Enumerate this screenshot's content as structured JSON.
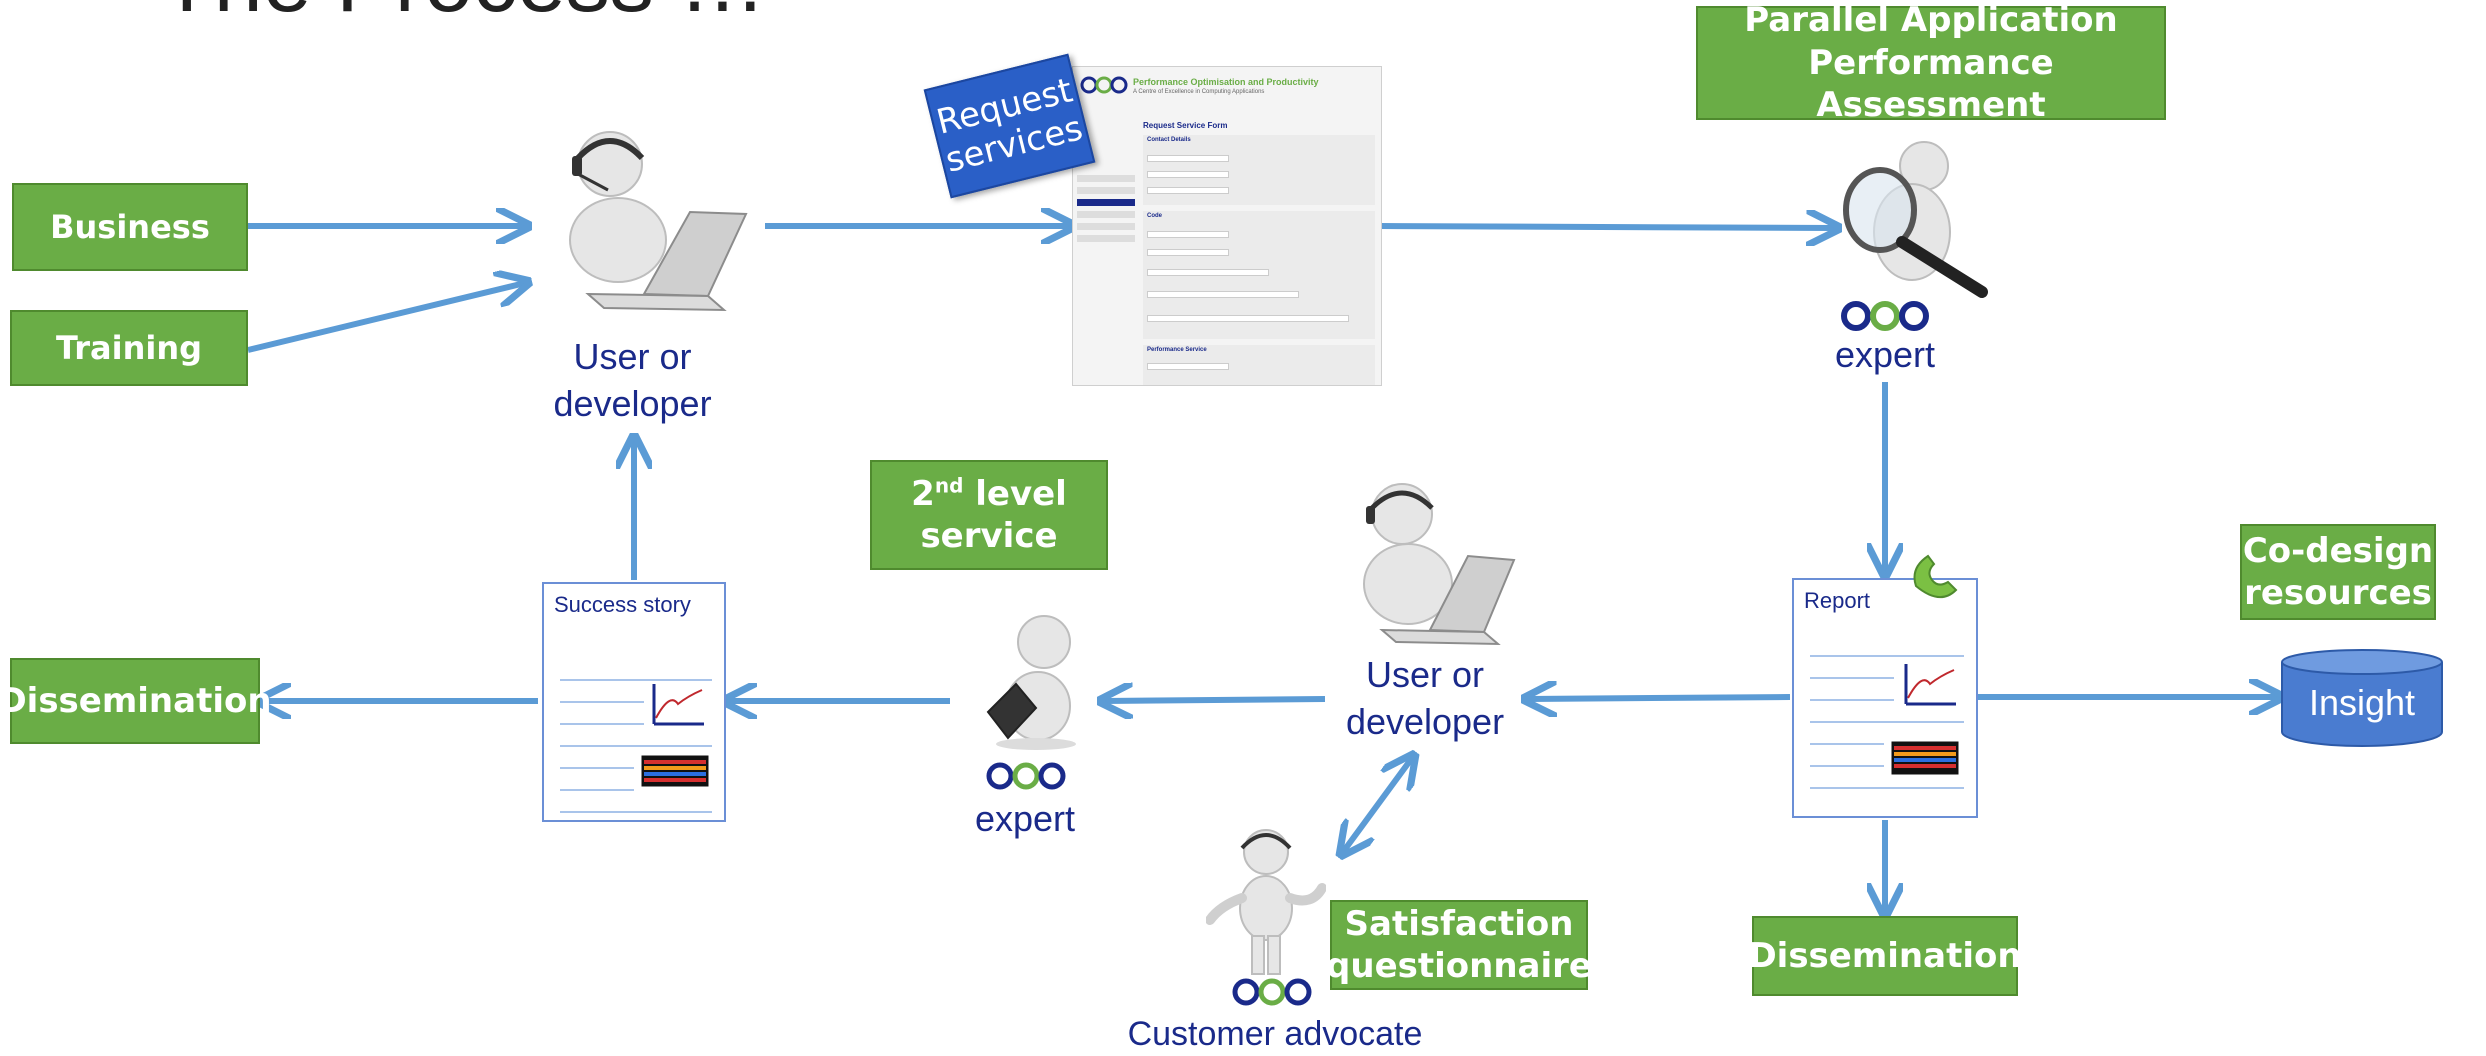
{
  "title": "The Process …",
  "boxes": {
    "business": "Business",
    "training": "Training",
    "papa_line1": "Parallel Application",
    "papa_line2": "Performance Assessment",
    "second_level_sup": "nd",
    "second_level_num": "2",
    "second_level_rest": " level",
    "second_level_line2": "service",
    "codesign_line1": "Co-design",
    "codesign_line2": "resources",
    "dissemination_left": "Dissemination",
    "dissemination_bottom": "Dissemination",
    "satisfaction_line1": "Satisfaction",
    "satisfaction_line2": "questionnaire"
  },
  "request_tag": {
    "line1": "Request",
    "line2": "services"
  },
  "labels": {
    "user_dev_top_1": "User or",
    "user_dev_top_2": "developer",
    "user_dev_mid_1": "User or",
    "user_dev_mid_2": "developer",
    "expert_top": "expert",
    "expert_mid": "expert",
    "customer_advocate": "Customer advocate",
    "insight": "Insight",
    "pop_logo": "pop"
  },
  "docs": {
    "success_story": "Success story",
    "report": "Report"
  },
  "form": {
    "header": "Performance Optimisation and Productivity",
    "subheader": "A Centre of Excellence in Computing Applications",
    "form_title": "Request Service Form",
    "section_contact": "Contact Details",
    "section_code": "Code",
    "section_performance": "Performance Service"
  },
  "colors": {
    "green": "#6aad46",
    "arrow": "#5b9bd5",
    "label_navy": "#1a2a8a",
    "cylinder": "#4a7cd0"
  }
}
